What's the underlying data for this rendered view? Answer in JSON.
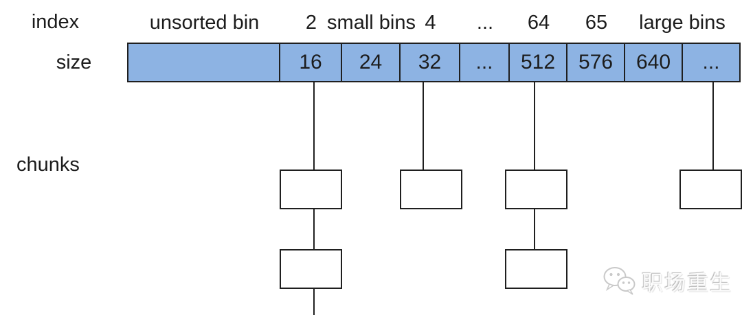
{
  "row_labels": {
    "index": "index",
    "size": "size",
    "chunks": "chunks"
  },
  "bin_header": [
    "unsorted bin",
    "2",
    "small bins",
    "4",
    "...",
    "64",
    "65",
    "large bins"
  ],
  "bin_sizes": [
    "",
    "16",
    "24",
    "32",
    "...",
    "512",
    "576",
    "640",
    "..."
  ],
  "chunks": {
    "chains": [
      {
        "bin": "16",
        "chunk_count": 2,
        "continues_offscreen": true
      },
      {
        "bin": "32",
        "chunk_count": 1,
        "continues_offscreen": false
      },
      {
        "bin": "512",
        "chunk_count": 2,
        "continues_offscreen": false
      },
      {
        "bin": "large bins ...",
        "chunk_count": 1,
        "continues_offscreen": false
      }
    ]
  },
  "watermark": {
    "text": "职场重生",
    "icon": "wechat-logo"
  },
  "colors": {
    "bin_fill": "#8DB3E3",
    "line": "#1f1f1f",
    "watermark_gray": "#c9c9c9"
  }
}
